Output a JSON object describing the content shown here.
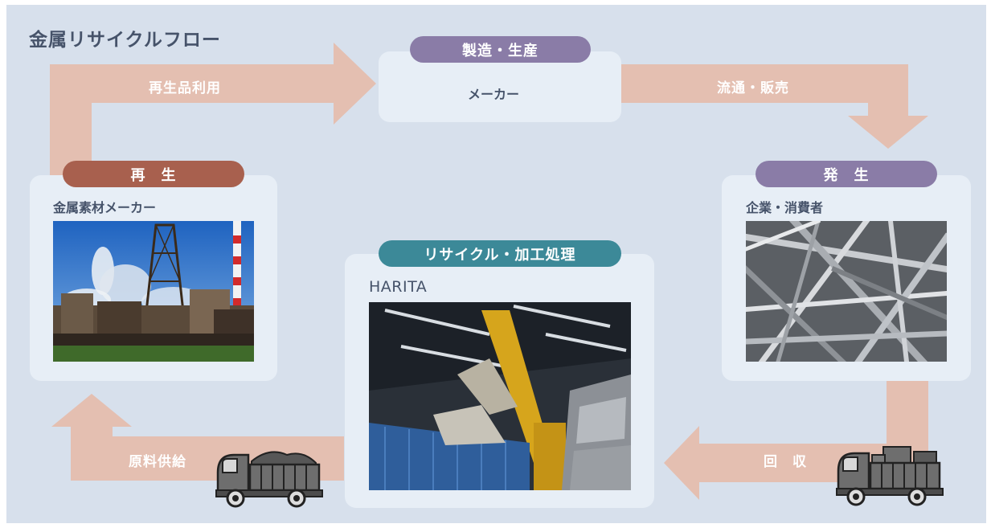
{
  "title": "金属リサイクルフロー",
  "arrow_color": "#e4bfb1",
  "stages": {
    "manufacturing": {
      "label": "製造・生産",
      "sub": "メーカー"
    },
    "generation": {
      "label": "発　生",
      "sub": "企業・消費者"
    },
    "recycling": {
      "label": "リサイクル・加工処理",
      "sub": "HARITA"
    },
    "regeneration": {
      "label": "再　生",
      "sub": "金属素材メーカー"
    }
  },
  "arrows": {
    "reuse": "再生品利用",
    "distribution": "流通・販売",
    "collection": "回　収",
    "supply": "原料供給"
  },
  "images": {
    "steel_plant": "steel-plant-photo",
    "scrap": "scrap-metal-photo",
    "facility": "recycling-facility-photo",
    "truck_left": "truck-icon",
    "truck_right": "truck-icon"
  }
}
